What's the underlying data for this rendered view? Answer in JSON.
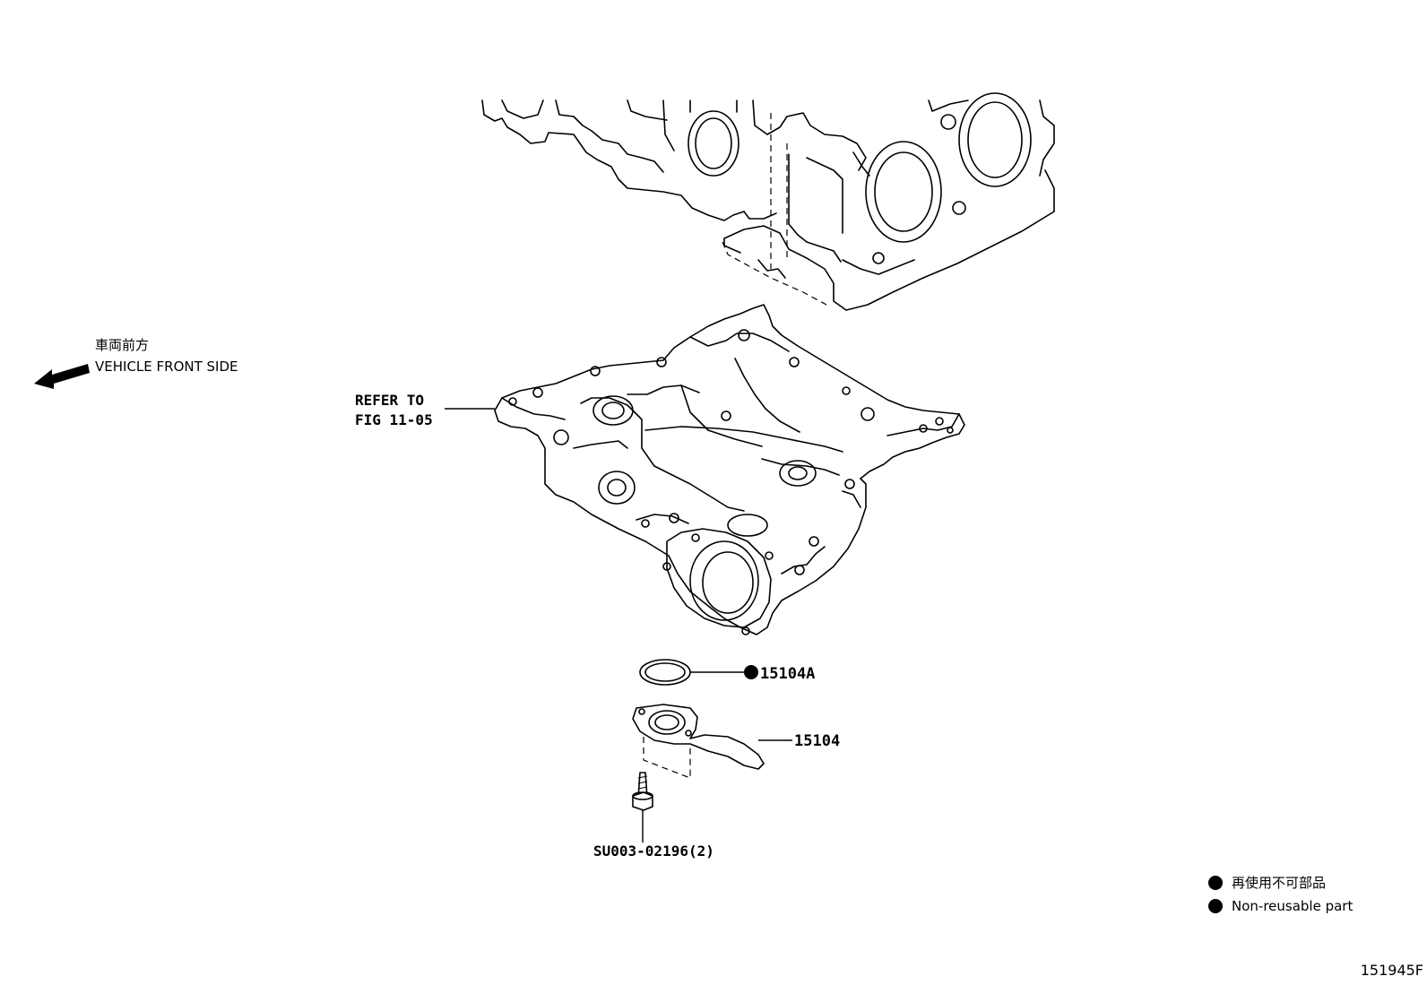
{
  "direction": {
    "label_jp": "車両前方",
    "label_en": "VEHICLE FRONT SIDE"
  },
  "reference": {
    "line1": "REFER TO",
    "line2": "FIG 11-05"
  },
  "callouts": [
    {
      "part_no": "15104A",
      "non_reusable": true
    },
    {
      "part_no": "15104",
      "non_reusable": false
    },
    {
      "part_no": "SU003-02196(2)",
      "non_reusable": false
    }
  ],
  "legend": {
    "symbol": "●",
    "line1": "再使用不可部品",
    "line2": "Non-reusable part"
  },
  "figure_id": "151945F"
}
